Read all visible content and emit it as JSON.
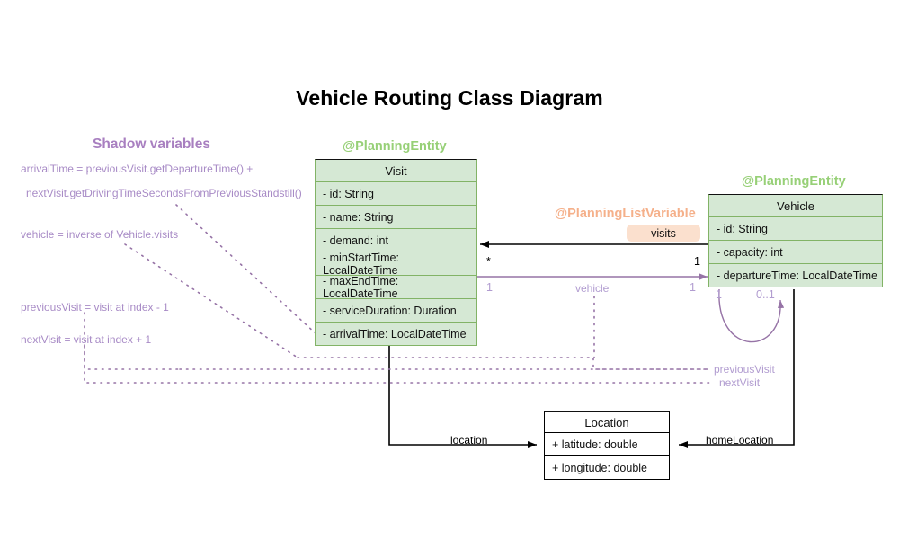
{
  "title": "Vehicle Routing Class Diagram",
  "annotations": {
    "shadow_variables_heading": "Shadow variables",
    "visit_entity": "@PlanningEntity",
    "vehicle_entity": "@PlanningEntity",
    "list_variable": "@PlanningListVariable"
  },
  "shadow_variables": [
    "arrivalTime = previousVisit.getDepartureTime() +",
    "nextVisit.getDrivingTimeSecondsFromPreviousStandstill()",
    "vehicle = inverse of Vehicle.visits",
    "previousVisit = visit at index - 1",
    "nextVisit = visit at index + 1"
  ],
  "classes": {
    "visit": {
      "name": "Visit",
      "fields": [
        "- id: String",
        "- name: String",
        "- demand: int",
        "- minStartTime: LocalDateTime",
        "- maxEndTime: LocalDateTime",
        "- serviceDuration: Duration"
      ],
      "shadow_fields": [
        "- arrivalTime: LocalDateTime"
      ]
    },
    "vehicle": {
      "name": "Vehicle",
      "fields": [
        "- id: String",
        "- capacity: int",
        "- departureTime: LocalDateTime"
      ]
    },
    "location": {
      "name": "Location",
      "fields": [
        "+ latitude: double",
        "+ longitude: double"
      ]
    }
  },
  "edges": {
    "visits_label": "visits",
    "visits_mult_source": "*",
    "visits_mult_target": "1",
    "vehicle_label": "vehicle",
    "vehicle_mult_source": "1",
    "vehicle_mult_target": "1",
    "selfloop_mult_left": "1",
    "selfloop_mult_right": "0..1",
    "previous_visit_label": "previousVisit",
    "next_visit_label": "nextVisit",
    "location_label": "location",
    "home_location_label": "homeLocation"
  },
  "colors": {
    "entity_fill": "#d5e8d4",
    "entity_stroke": "#82b366",
    "shadow_purple": "#9673a6",
    "annotation_green": "#97d077",
    "annotation_orange": "#f5b08a",
    "badge_fill": "#fbe0ce",
    "plain_stroke": "#000000"
  }
}
